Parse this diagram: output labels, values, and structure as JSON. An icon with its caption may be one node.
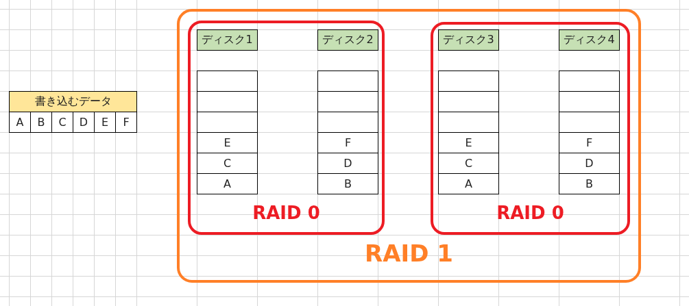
{
  "diagram": {
    "nodes": [
      {
        "text": [
          "書き込むデータ"
        ]
      },
      {
        "text": [
          "A"
        ]
      },
      {
        "text": [
          "B"
        ]
      },
      {
        "text": [
          "C"
        ]
      },
      {
        "text": [
          "D"
        ]
      },
      {
        "text": [
          "E"
        ]
      },
      {
        "text": [
          "F"
        ]
      },
      {
        "text": [
          "RAID 1"
        ]
      },
      {
        "text": [
          "RAID 0"
        ],
        "in": 7
      },
      {
        "text": [
          "ディスク1"
        ],
        "in": 8
      },
      {
        "text": [
          "ディスク2"
        ],
        "in": 8
      },
      {
        "text": [],
        "shape": "box",
        "in": 8
      },
      {
        "text": [],
        "shape": "box",
        "in": 8
      },
      {
        "text": [],
        "shape": "box",
        "in": 8
      },
      {
        "text": [],
        "shape": "box",
        "in": 8
      },
      {
        "text": [],
        "shape": "box",
        "in": 8
      },
      {
        "text": [],
        "shape": "box",
        "in": 8
      },
      {
        "text": [
          "E"
        ],
        "in": 8
      },
      {
        "text": [
          "F"
        ],
        "in": 8
      },
      {
        "text": [
          "C"
        ],
        "in": 8
      },
      {
        "text": [
          "D"
        ],
        "in": 8
      },
      {
        "text": [
          "A"
        ],
        "in": 8
      },
      {
        "text": [
          "B"
        ],
        "in": 8
      },
      {
        "text": [
          "RAID 0"
        ],
        "in": 7
      },
      {
        "text": [
          "ディスク3"
        ],
        "in": 23
      },
      {
        "text": [
          "ディスク4"
        ],
        "in": 23
      },
      {
        "text": [],
        "shape": "box",
        "in": 23
      },
      {
        "text": [],
        "shape": "box",
        "in": 23
      },
      {
        "text": [],
        "shape": "box",
        "in": 23
      },
      {
        "text": [],
        "shape": "box",
        "in": 23
      },
      {
        "text": [],
        "shape": "box",
        "in": 23
      },
      {
        "text": [],
        "shape": "box",
        "in": 23
      },
      {
        "text": [
          "E"
        ],
        "in": 23
      },
      {
        "text": [
          "F"
        ],
        "in": 23
      },
      {
        "text": [
          "C"
        ],
        "in": 23
      },
      {
        "text": [
          "D"
        ],
        "in": 23
      },
      {
        "text": [
          "A"
        ],
        "in": 23
      },
      {
        "text": [
          "B"
        ],
        "in": 23
      }
    ]
  }
}
